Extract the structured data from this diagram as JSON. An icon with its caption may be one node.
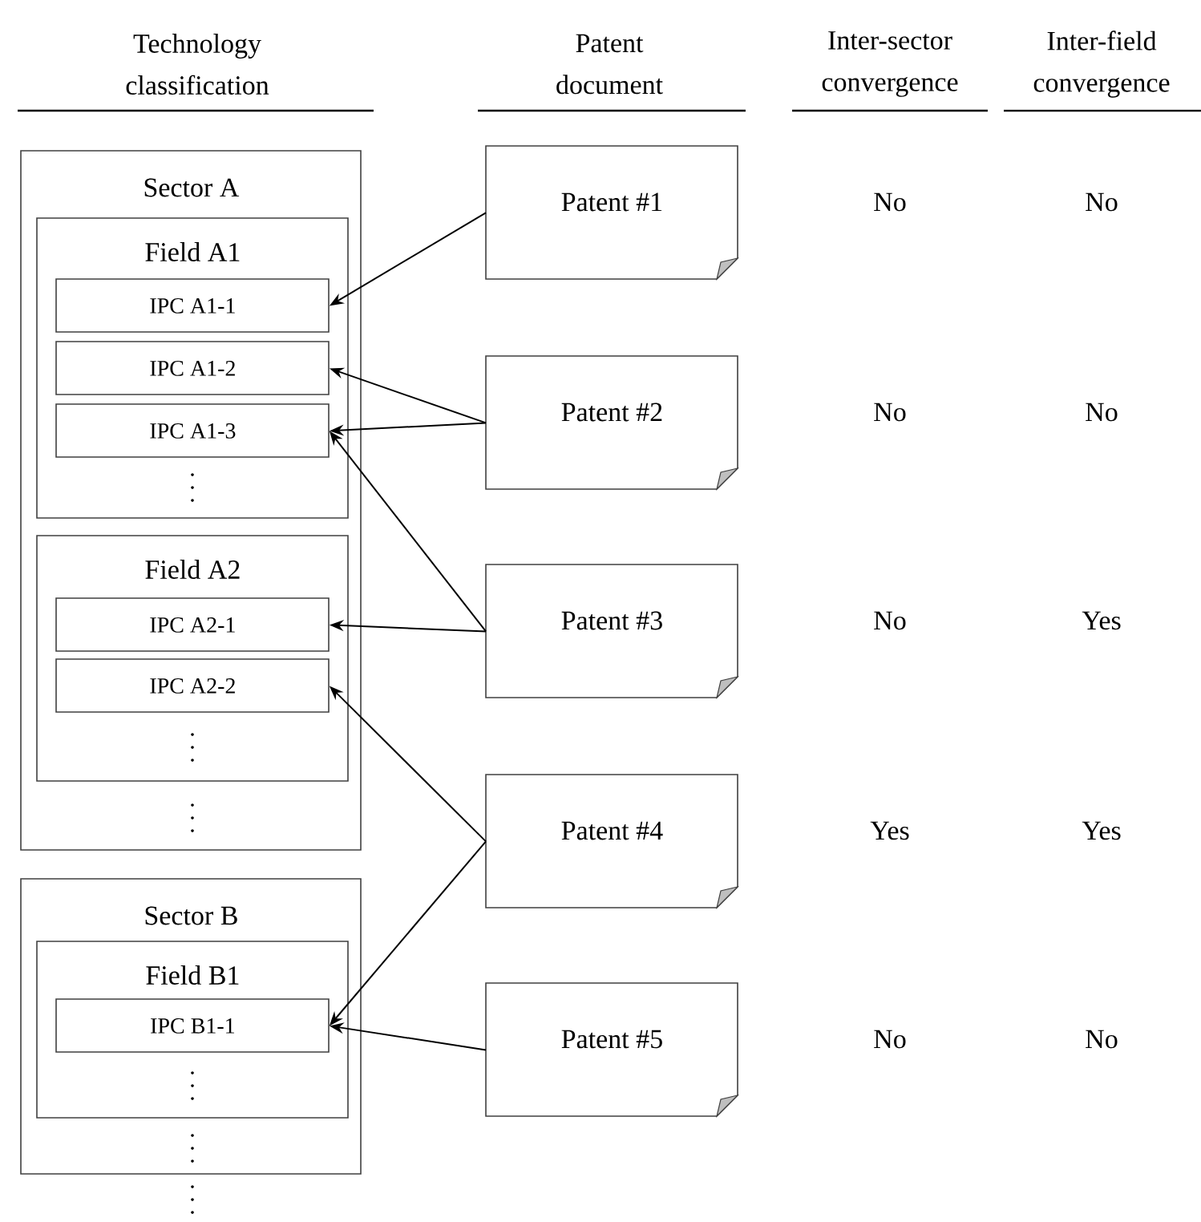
{
  "diagram": {
    "nodes": [
      {
        "text": [
          "Sector A"
        ]
      },
      {
        "text": [
          "Field A1"
        ],
        "in": 0
      },
      {
        "text": [
          "IPC A1-1"
        ],
        "in": 1
      },
      {
        "text": [
          "IPC A1-2"
        ],
        "in": 1
      },
      {
        "text": [
          "IPC A1-3"
        ],
        "in": 1
      },
      {
        "text": [
          "Field A2"
        ],
        "in": 0
      },
      {
        "text": [
          "IPC A2-1"
        ],
        "in": 5
      },
      {
        "text": [
          "IPC A2-2"
        ],
        "in": 5
      },
      {
        "text": [
          "Sector B"
        ]
      },
      {
        "text": [
          "Field B1"
        ],
        "in": 8
      },
      {
        "text": [
          "IPC B1-1"
        ],
        "in": 9
      },
      {
        "text": [
          "Patent #1"
        ]
      },
      {
        "text": [
          "Patent #2"
        ]
      },
      {
        "text": [
          "Patent #3"
        ]
      },
      {
        "text": [
          "Patent #4"
        ]
      },
      {
        "text": [
          "Patent #5"
        ]
      }
    ],
    "edges": [
      {
        "from": 11,
        "to": 2,
        "arrow": "to"
      },
      {
        "from": 12,
        "to": 3,
        "arrow": "to"
      },
      {
        "from": 12,
        "to": 4,
        "arrow": "to"
      },
      {
        "from": 13,
        "to": 4,
        "arrow": "to"
      },
      {
        "from": 13,
        "to": 6,
        "arrow": "to"
      },
      {
        "from": 14,
        "to": 7,
        "arrow": "to"
      },
      {
        "from": 14,
        "to": 10,
        "arrow": "to"
      },
      {
        "from": 15,
        "to": 10,
        "arrow": "to"
      }
    ],
    "labels": [
      "Technology classification",
      "Patent document",
      "Inter-sector convergence",
      "Inter-field convergence",
      "No",
      "No",
      "No",
      "No",
      "No",
      "Yes",
      "Yes",
      "Yes",
      "No",
      "No"
    ]
  }
}
